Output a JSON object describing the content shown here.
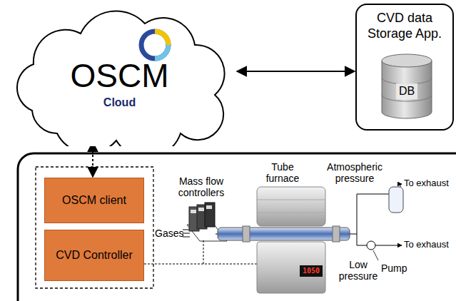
{
  "diagram": {
    "nodes": [
      {
        "text": [
          "OSCM",
          "Cloud"
        ]
      },
      {
        "text": [
          "CVD data Storage App."
        ]
      },
      {
        "text": [
          "DB"
        ],
        "in": 1
      },
      {
        "text": [
          "OSCM client"
        ]
      },
      {
        "text": [
          "CVD Controller"
        ]
      }
    ],
    "edges": [
      {
        "from": 0,
        "to": 1,
        "arrow": "both"
      },
      {
        "from": 0,
        "to": 3,
        "arrow": "both"
      }
    ],
    "labels": [
      "Mass flow controllers",
      "Gases",
      "Tube furnace",
      "Atmospheric pressure",
      "To exhaust",
      "To exhaust",
      "Low pressure",
      "Pump",
      "1050"
    ]
  }
}
